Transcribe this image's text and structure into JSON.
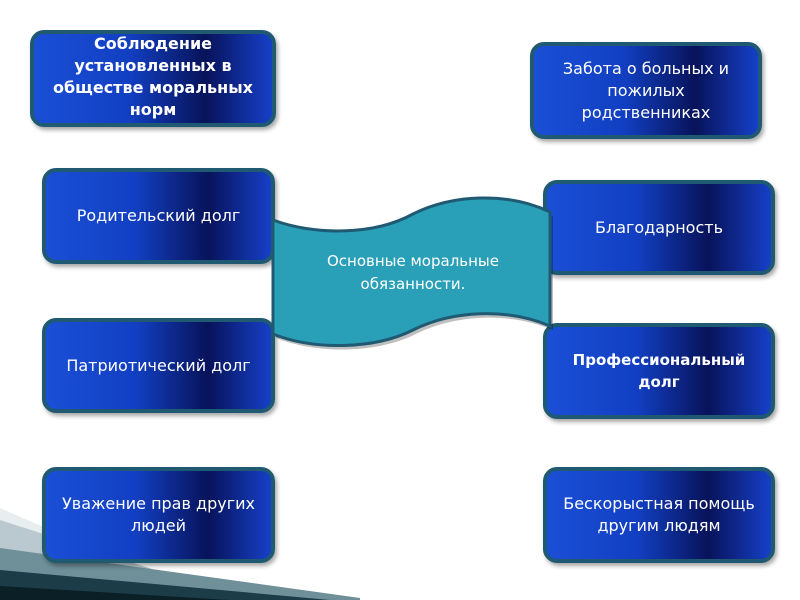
{
  "slide": {
    "center": {
      "label": "Основные моральные обязанности."
    },
    "boxes": {
      "norms": "Соблюдение установленных в обществе моральных норм",
      "care": "Забота о больных и пожилых родственниках",
      "parental": "Родительский долг",
      "gratitude": "Благодарность",
      "patriotic": "Патриотический долг",
      "professional": "Профессиональный долг",
      "respect": "Уважение прав других людей",
      "help": "Бескорыстная помощь другим людям"
    }
  },
  "colors": {
    "box_blue": "#1a4fd6",
    "box_dark": "#08135a",
    "box_border": "#1f5a72",
    "banner_teal": "#2aa0b8",
    "banner_border": "#1f5a72"
  }
}
